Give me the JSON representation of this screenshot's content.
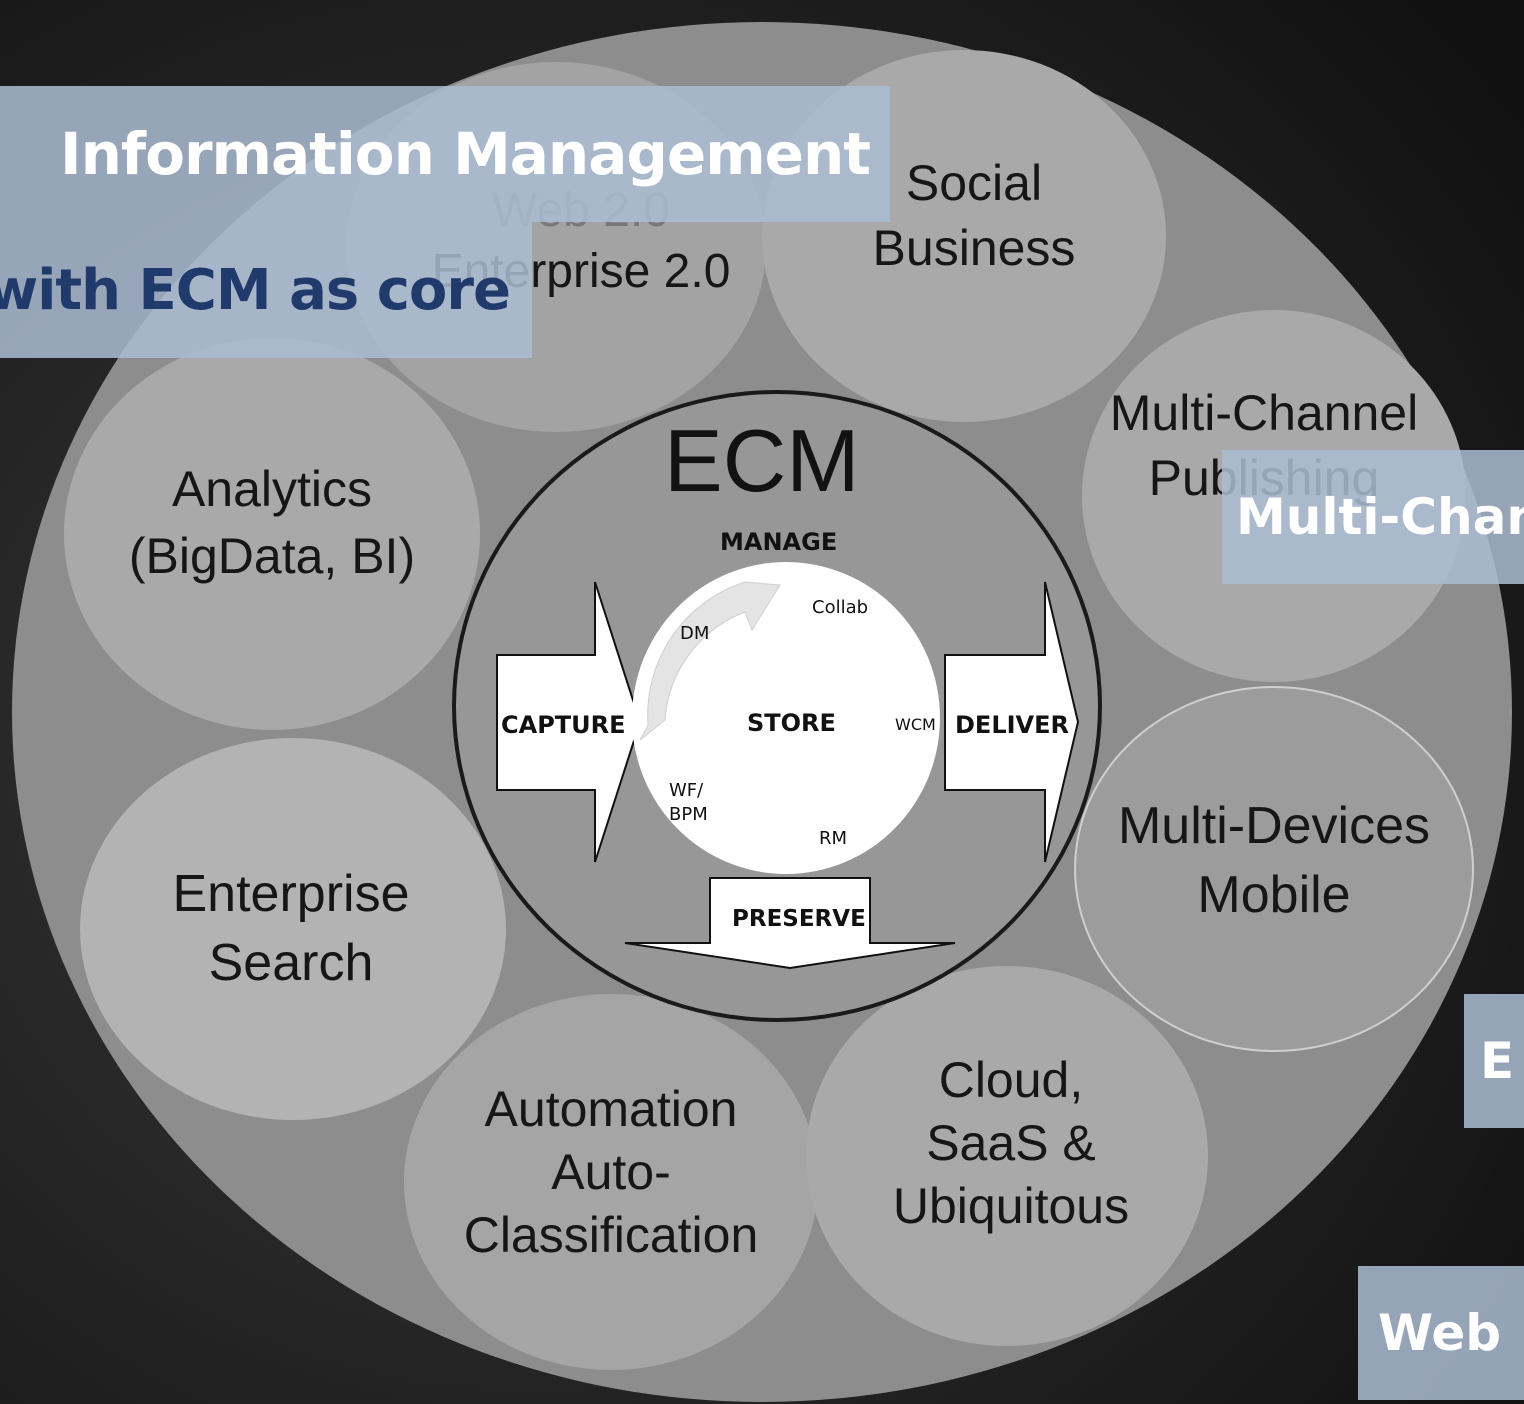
{
  "satellites": {
    "web20": {
      "line1": "Web 2.0",
      "line2": "Enterprise 2.0"
    },
    "social": {
      "line1": "Social",
      "line2": "Business"
    },
    "multichannel": {
      "line1": "Multi-Channel",
      "line2": "Publishing"
    },
    "analytics": {
      "line1": "Analytics",
      "line2": "(BigData, BI)"
    },
    "devices": {
      "line1": "Multi-Devices",
      "line2": "Mobile"
    },
    "search": {
      "line1": "Enterprise",
      "line2": "Search"
    },
    "automation": {
      "line1": "Automation",
      "line2": "Auto-",
      "line3": "Classification"
    },
    "cloud": {
      "line1": "Cloud,",
      "line2": "SaaS &",
      "line3": "Ubiquitous"
    }
  },
  "core": {
    "title": "ECM",
    "manage": "MANAGE",
    "capture": "CAPTURE",
    "store": "STORE",
    "deliver": "DELIVER",
    "preserve": "PRESERVE",
    "modules": {
      "dm": "DM",
      "collab": "Collab",
      "wcm": "WCM",
      "rm": "RM",
      "wf_line1": "WF/",
      "wf_line2": "BPM"
    }
  },
  "overlays": {
    "title": "Information Management",
    "subtitle": "with ECM as core",
    "multichannel": "Multi-Channel",
    "right_e": "E",
    "right_web": "Web"
  },
  "colors": {
    "overlay": "#abbcd2",
    "title_text": "#ffffff",
    "subtitle_text": "#1f3a6b",
    "sat_fill": "#a9a9a9",
    "ring_fill": "#8d8d8d"
  }
}
